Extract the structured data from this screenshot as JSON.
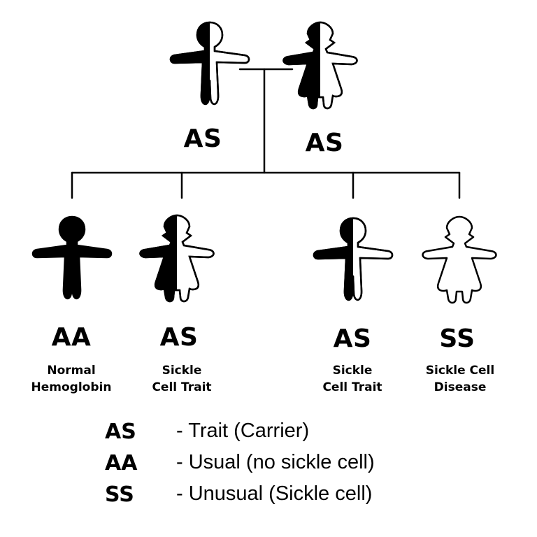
{
  "parents": [
    {
      "genotype": "AS",
      "figure": "father",
      "fill": "half"
    },
    {
      "genotype": "AS",
      "figure": "mother",
      "fill": "half"
    }
  ],
  "children": [
    {
      "genotype": "AA",
      "figure": "boy",
      "fill": "solid",
      "label": "Normal\nHemoglobin"
    },
    {
      "genotype": "AS",
      "figure": "girl",
      "fill": "half",
      "label": "Sickle\nCell Trait"
    },
    {
      "genotype": "AS",
      "figure": "boy",
      "fill": "half",
      "label": "Sickle\nCell Trait"
    },
    {
      "genotype": "SS",
      "figure": "girl",
      "fill": "outline",
      "label": "Sickle Cell\nDisease"
    }
  ],
  "legend": [
    {
      "code": "AS",
      "text": "- Trait (Carrier)"
    },
    {
      "code": "AA",
      "text": "- Usual (no sickle cell)"
    },
    {
      "code": "SS",
      "text": "- Unusual (Sickle cell)"
    }
  ]
}
